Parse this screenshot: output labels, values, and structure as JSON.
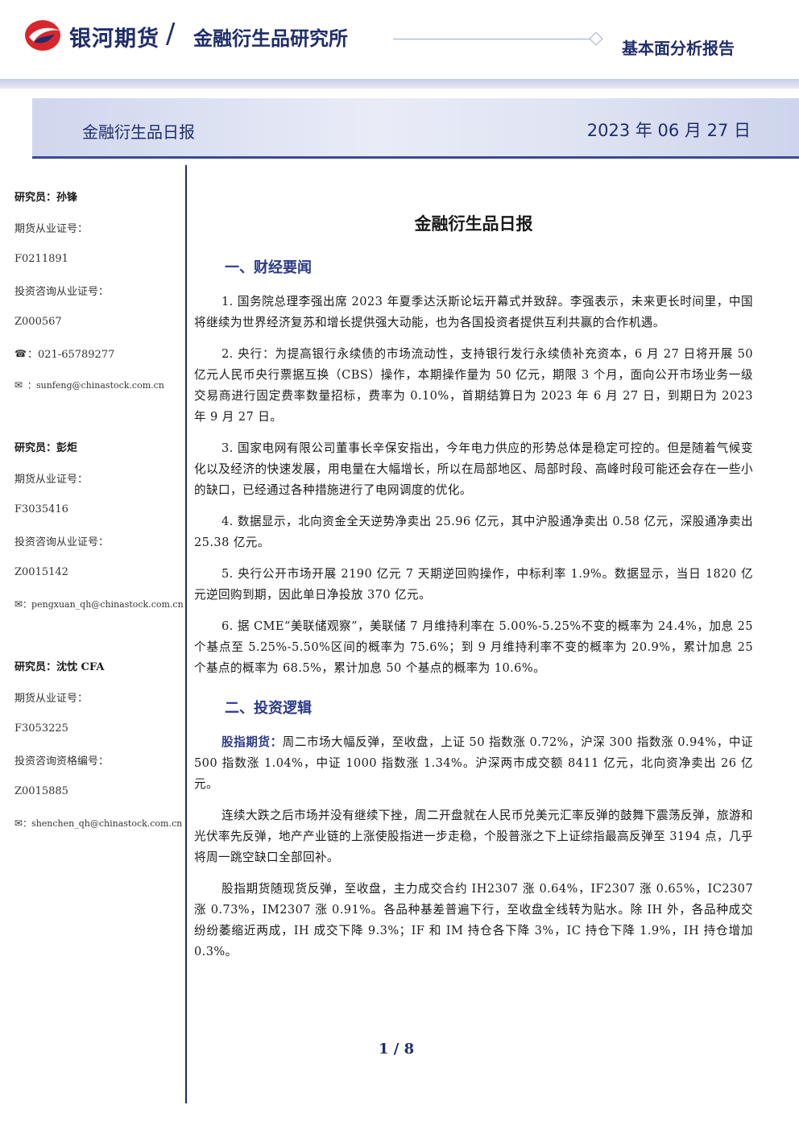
{
  "header": {
    "brand": "银河期货",
    "institute": "金融衍生品研究所",
    "report_type": "基本面分析报告",
    "banner_title": "金融衍生品日报",
    "banner_date": "2023 年 06 月 27 日"
  },
  "sidebar": {
    "analysts": [
      {
        "name": "研究员：孙锋",
        "futures_label": "期货从业证号：",
        "futures_id": "F0211891",
        "consult_label": "投资咨询从业证号：",
        "consult_id": "Z000567",
        "phone": "：021-65789277",
        "email": "：sunfeng@chinastock.com.cn"
      },
      {
        "name": "研究员：彭炬",
        "futures_label": "期货从业证号：",
        "futures_id": "F3035416",
        "consult_label": "投资咨询从业证号：",
        "consult_id": "Z0015142",
        "email": "：pengxuan_qh@chinastock.com.cn"
      },
      {
        "name": "研究员：沈忱 CFA",
        "futures_label": "期货从业证号：",
        "futures_id": "F3053225",
        "consult_label": "投资咨询资格编号：",
        "consult_id": "Z0015885",
        "email": "：shenchen_qh@chinastock.com.cn"
      }
    ]
  },
  "main": {
    "title": "金融衍生品日报",
    "section1": "一、财经要闻",
    "news": [
      "1. 国务院总理李强出席 2023 年夏季达沃斯论坛开幕式并致辞。李强表示，未来更长时间里，中国将继续为世界经济复苏和增长提供强大动能，也为各国投资者提供互利共赢的合作机遇。",
      "2. 央行：为提高银行永续债的市场流动性，支持银行发行永续债补充资本，6 月 27 日将开展 50 亿元人民币央行票据互换（CBS）操作，本期操作量为 50 亿元，期限 3 个月，面向公开市场业务一级交易商进行固定费率数量招标，费率为 0.10%，首期结算日为 2023 年 6 月 27 日，到期日为 2023 年 9 月 27 日。",
      "3. 国家电网有限公司董事长辛保安指出，今年电力供应的形势总体是稳定可控的。但是随着气候变化以及经济的快速发展，用电量在大幅增长，所以在局部地区、局部时段、高峰时段可能还会存在一些小的缺口，已经通过各种措施进行了电网调度的优化。",
      "4. 数据显示，北向资金全天逆势净卖出 25.96 亿元，其中沪股通净卖出 0.58 亿元，深股通净卖出 25.38 亿元。",
      "5. 央行公开市场开展 2190 亿元 7 天期逆回购操作，中标利率 1.9%。数据显示，当日 1820 亿元逆回购到期，因此单日净投放 370 亿元。",
      "6. 据 CME“美联储观察”，美联储 7 月维持利率在 5.00%-5.25%不变的概率为 24.4%，加息 25 个基点至 5.25%-5.50%区间的概率为 75.6%；到 9 月维持利率不变的概率为 20.9%，累计加息 25 个基点的概率为 68.5%，累计加息 50 个基点的概率为 10.6%。"
    ],
    "section2": "二、投资逻辑",
    "logic_lead": "股指期货：",
    "logic": [
      "周二市场大幅反弹，至收盘，上证 50 指数涨 0.72%，沪深 300 指数涨 0.94%，中证 500 指数涨 1.04%，中证 1000 指数涨 1.34%。沪深两市成交额 8411 亿元，北向资净卖出 26 亿元。",
      "连续大跌之后市场并没有继续下挫，周二开盘就在人民币兑美元汇率反弹的鼓舞下震荡反弹，旅游和光伏率先反弹，地产产业链的上涨使股指进一步走稳，个股普涨之下上证综指最高反弹至 3194 点，几乎将周一跳空缺口全部回补。",
      "股指期货随现货反弹，至收盘，主力成交合约 IH2307 涨 0.64%，IF2307 涨 0.65%，IC2307 涨 0.73%，IM2307 涨 0.91%。各品种基差普遍下行，至收盘全线转为贴水。除 IH 外，各品种成交纷纷萎缩近两成，IH 成交下降 9.3%；IF 和 IM 持仓各下降 3%，IC 持仓下降 1.9%，IH 持仓增加 0.3%。"
    ]
  },
  "footer": {
    "page": "1 / 8"
  },
  "colors": {
    "brand_navy": "#1f2d6b",
    "section_blue": "#2b3a8a",
    "logo_red": "#d9262c"
  }
}
